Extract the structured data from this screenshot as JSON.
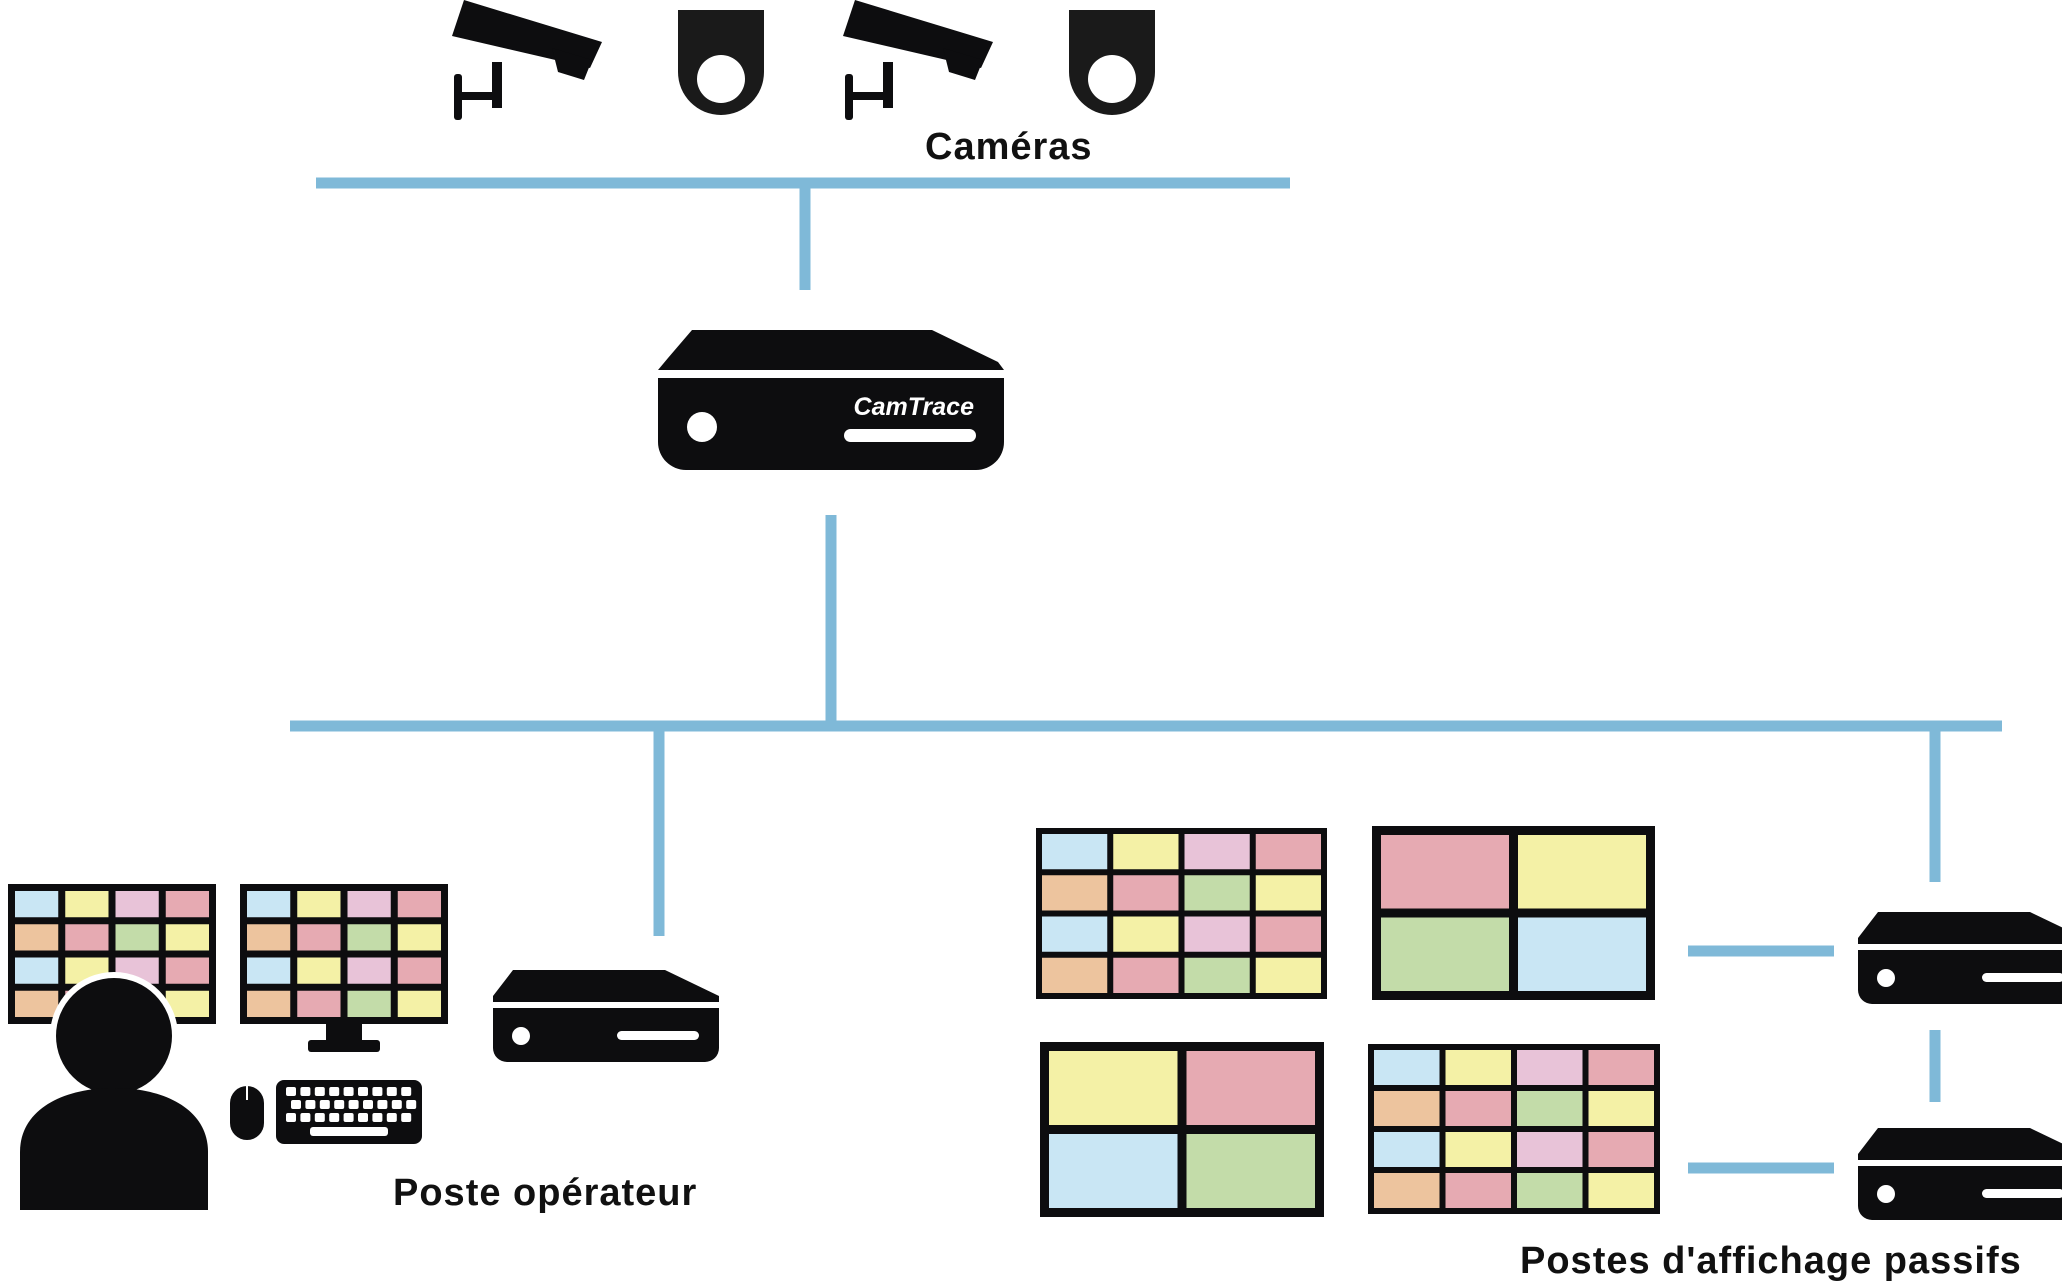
{
  "labels": {
    "cameras": "Caméras",
    "operator_station": "Poste opérateur",
    "passive_displays": "Postes d'affichage passifs",
    "server_brand": "CamTrace"
  },
  "colors": {
    "network_line": "#7fb9d8",
    "device": "#0d0d0f",
    "tile_blue": "#c9e6f4",
    "tile_yellow": "#f4f1a6",
    "tile_pink": "#e8c3d8",
    "tile_rose": "#e6aab2",
    "tile_orange": "#edc49e",
    "tile_green": "#c3dca9"
  },
  "icons": {
    "camera_bullet": "bullet-camera-icon",
    "camera_dome": "dome-camera-icon",
    "server": "camtrace-server-icon",
    "operator": "operator-person-icon",
    "monitor": "monitor-icon",
    "keyboard": "keyboard-icon",
    "mouse": "mouse-icon",
    "client_box": "client-box-icon"
  },
  "grids": {
    "grid16": [
      [
        "B",
        "Y",
        "P",
        "R"
      ],
      [
        "O",
        "R",
        "G",
        "Y"
      ],
      [
        "B",
        "Y",
        "P",
        "R"
      ],
      [
        "O",
        "R",
        "G",
        "Y"
      ]
    ],
    "grid4_a": [
      [
        "R",
        "Y"
      ],
      [
        "G",
        "B"
      ]
    ],
    "grid4_b": [
      [
        "Y",
        "R"
      ],
      [
        "B",
        "G"
      ]
    ]
  }
}
